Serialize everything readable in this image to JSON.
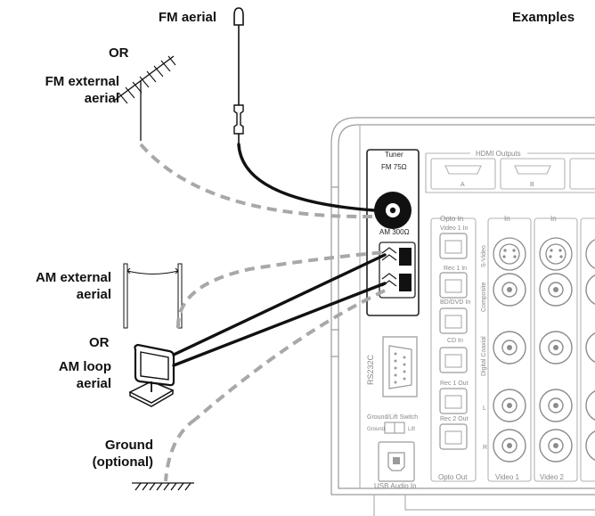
{
  "labels": {
    "fm_aerial": "FM aerial",
    "or_1": "OR",
    "fm_external_1": "FM external",
    "fm_external_2": "aerial",
    "examples": "Examples",
    "am_external_1": "AM external",
    "am_external_2": "aerial",
    "or_2": "OR",
    "am_loop_1": "AM loop",
    "am_loop_2": "aerial",
    "ground_1": "Ground",
    "ground_2": "(optional)"
  },
  "panel": {
    "tuner": "Tuner",
    "fm": "FM 75Ω",
    "am": "AM 300Ω",
    "hdmi_outputs": "HDMI Outputs",
    "hdmi_a": "A",
    "hdmi_b": "B",
    "opto_in": "Opto In",
    "video1_in": "Video 1 In",
    "rec1_in": "Rec 1 In",
    "bddvd_in": "BD/DVD In",
    "cd_in": "CD In",
    "rec1_out": "Rec 1 Out",
    "rec2_out": "Rec 2 Out",
    "opto_out": "Opto Out",
    "in_1": "In",
    "in_2": "In",
    "svideo": "S-Video",
    "composite": "Composite",
    "digital_coaxial": "Digital Coaxial",
    "ch_l": "L",
    "ch_r": "R",
    "video1": "Video 1",
    "video2": "Video 2",
    "rs232c": "RS232C",
    "ground_lift_switch": "Ground/Lift Switch",
    "ground": "Ground",
    "lift": "Lift",
    "usb_audio_in": "USB Audio In"
  },
  "colors": {
    "cable": "#111111",
    "dashed": "#a8a8a8",
    "panel_line": "#9a9a9a",
    "jack": "#8c8c8c"
  }
}
